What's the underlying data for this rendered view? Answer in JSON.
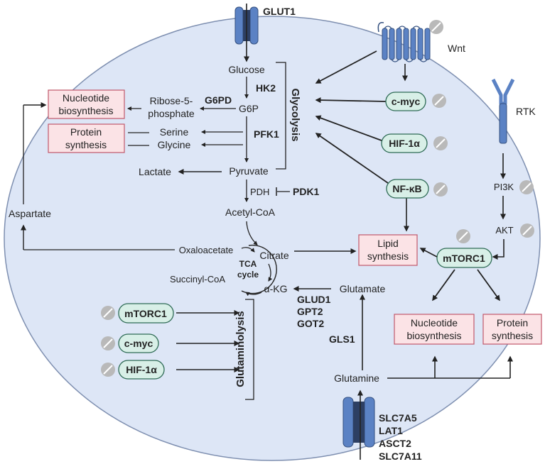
{
  "labels": {
    "glut1": "GLUT1",
    "wnt": "Wnt",
    "rtk": "RTK",
    "glucose": "Glucose",
    "hk2": "HK2",
    "g6p": "G6P",
    "g6pd": "G6PD",
    "ribose_line1": "Ribose-5-",
    "ribose_line2": "phosphate",
    "pfk1": "PFK1",
    "serine": "Serine",
    "glycine": "Glycine",
    "lactate": "Lactate",
    "pyruvate": "Pyruvate",
    "pdh": "PDH",
    "pdk1": "PDK1",
    "acetyl_coa": "Acetyl-CoA",
    "aspartate": "Aspartate",
    "oxaloacetate": "Oxaloacetate",
    "citrate": "Citrate",
    "tca_line1": "TCA",
    "tca_line2": "cycle",
    "succinyl_coa": "Succinyl-CoA",
    "akg": "α-KG",
    "glutamate": "Glutamate",
    "glud1": "GLUD1",
    "gpt2": "GPT2",
    "got2": "GOT2",
    "gls1": "GLS1",
    "glutamine": "Glutamine",
    "glycolysis": "Glycolysis",
    "glutaminolysis": "Glutaminolysis",
    "pi3k": "PI3K",
    "akt": "AKT",
    "transporters": [
      "SLC7A5",
      "LAT1",
      "ASCT2",
      "SLC7A11"
    ]
  },
  "boxes": {
    "nucleotide_left_1": "Nucleotide",
    "nucleotide_left_2": "biosynthesis",
    "protein_left_1": "Protein",
    "protein_left_2": "synthesis",
    "lipid_1": "Lipid",
    "lipid_2": "synthesis",
    "nucleotide_right_1": "Nucleotide",
    "nucleotide_right_2": "biosynthesis",
    "protein_right_1": "Protein",
    "protein_right_2": "synthesis"
  },
  "pills": {
    "cmyc_top": "c-myc",
    "hif1a_top": "HIF-1α",
    "nfkb": "NF-κB",
    "mtorc1_right": "mTORC1",
    "mtorc1_left": "mTORC1",
    "cmyc_left": "c-myc",
    "hif1a_left": "HIF-1α"
  },
  "colors": {
    "cell_fill": "#dde6f6",
    "cell_stroke": "#7e8fb0",
    "pill_fill": "#d8efe7",
    "pill_stroke": "#2e6b55",
    "box_fill": "#fbe3e6",
    "box_stroke": "#c0586a",
    "receptor_blue": "#5b82c4",
    "inhibit_grey": "#b9b9b9"
  }
}
